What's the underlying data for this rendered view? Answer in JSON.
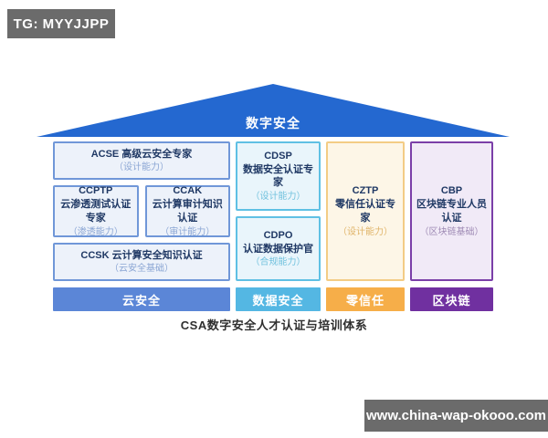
{
  "badges": {
    "tg": "TG: MYYJJPP",
    "site": "www.china-wap-okooo.com",
    "bg_color": "#6b6b6b"
  },
  "roof": {
    "label": "数字安全",
    "color": "#2468d0"
  },
  "caption": "CSA数字安全人才认证与培训体系",
  "columns": [
    {
      "footer": "云安全",
      "colors": {
        "border": "#7097d8",
        "fill": "#edf2fa",
        "footer_bg": "#5b86d7",
        "sub": "#8ba6d4"
      },
      "boxes": [
        {
          "title": "ACSE 高级云安全专家",
          "sub": "（设计能力）"
        },
        {
          "title": "CCPTP\n云渗透测试认证专家",
          "sub": "（渗透能力）"
        },
        {
          "title": "CCAK\n云计算审计知识认证",
          "sub": "（审计能力）"
        },
        {
          "title": "CCSK 云计算安全知识认证",
          "sub": "（云安全基础）"
        }
      ]
    },
    {
      "footer": "数据安全",
      "colors": {
        "border": "#5fc0e4",
        "fill": "#e9f5fb",
        "footer_bg": "#54b7e3",
        "sub": "#72c2de"
      },
      "boxes": [
        {
          "title": "CDSP\n数据安全认证专家",
          "sub": "（设计能力）"
        },
        {
          "title": "CDPO\n认证数据保护官",
          "sub": "（合规能力）"
        }
      ]
    },
    {
      "footer": "零信任",
      "colors": {
        "border": "#f3cc85",
        "fill": "#fdf6e7",
        "footer_bg": "#f6ae49",
        "sub": "#e0b469"
      },
      "boxes": [
        {
          "title": "CZTP\n零信任认证专家",
          "sub": "（设计能力）"
        }
      ]
    },
    {
      "footer": "区块链",
      "colors": {
        "border": "#7b3fa8",
        "fill": "#f1eaf7",
        "footer_bg": "#7030a0",
        "sub": "#9f8bb5"
      },
      "boxes": [
        {
          "title": "CBP\n区块链专业人员认证",
          "sub": "（区块链基础）"
        }
      ]
    }
  ]
}
